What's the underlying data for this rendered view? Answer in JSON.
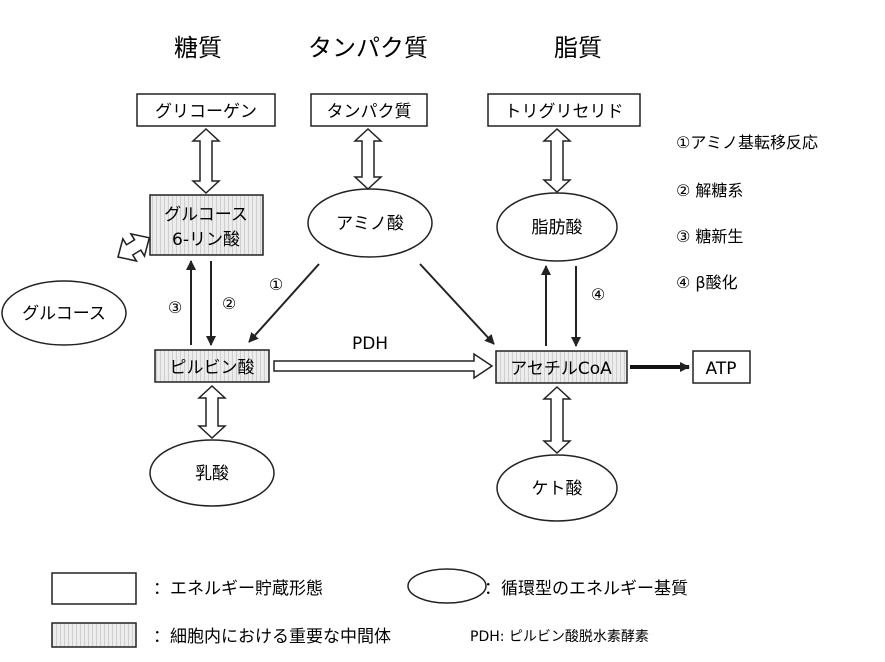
{
  "headers": {
    "carb": "糖質",
    "protein": "タンパク質",
    "lipid": "脂質"
  },
  "storage": {
    "glycogen": "グリコーゲン",
    "protein": "タンパク質",
    "triglyceride": "トリグリセリド"
  },
  "intermediates": {
    "g6p_line1": "グルコース",
    "g6p_line2": "6-リン酸",
    "pyruvate": "ピルビン酸",
    "acetylcoa": "アセチルCoA"
  },
  "substrates": {
    "amino_acid": "アミノ酸",
    "fatty_acid": "脂肪酸",
    "glucose": "グルコース",
    "lactate": "乳酸",
    "ketone": "ケト酸"
  },
  "outputs": {
    "atp": "ATP"
  },
  "edge_labels": {
    "pdh": "PDH",
    "n1": "①",
    "n2": "②",
    "n3": "③",
    "n4": "④"
  },
  "pathway_key": [
    "①アミノ基転移反応",
    "② 解糖系",
    "③ 糖新生",
    "④ β酸化"
  ],
  "legend": {
    "storage_form": "：エネルギー貯蔵形態",
    "circulating": "：循環型のエネルギー基質",
    "intermediate": "：細胞内における重要な中間体",
    "pdh_note": "PDH: ピルビン酸脱水素酵素"
  },
  "colors": {
    "stroke": "#222222",
    "intermediate_fill": "#e6e6e6",
    "background": "#ffffff"
  }
}
